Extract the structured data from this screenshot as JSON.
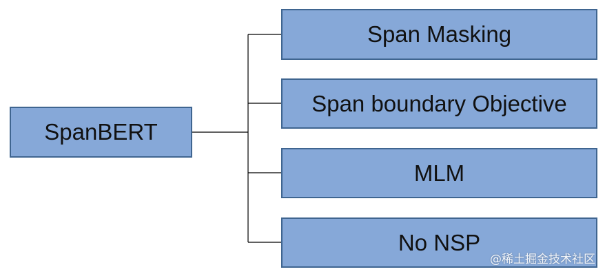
{
  "diagram": {
    "root": {
      "label": "SpanBERT"
    },
    "children": [
      {
        "label": "Span Masking"
      },
      {
        "label": "Span boundary Objective"
      },
      {
        "label": "MLM"
      },
      {
        "label": "No NSP"
      }
    ],
    "box_fill": "#86a8d8",
    "box_border": "#3f6590",
    "line_color": "#000000"
  },
  "watermark": {
    "text": "@稀土掘金技术社区"
  }
}
